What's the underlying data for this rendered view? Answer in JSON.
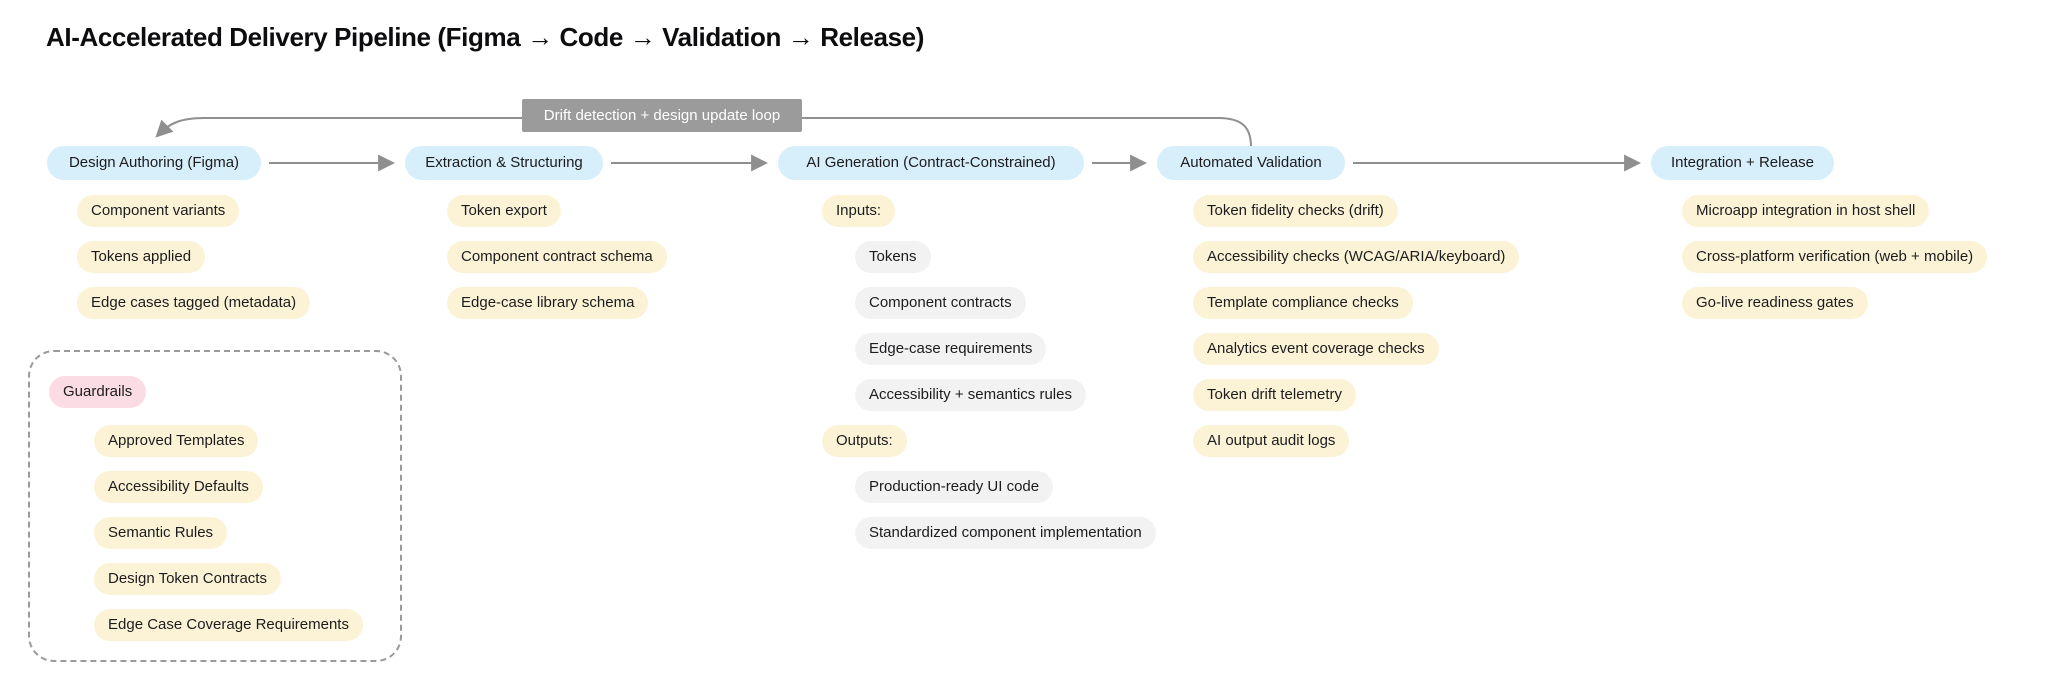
{
  "title": "AI-Accelerated Delivery Pipeline (Figma → Code → Validation → Release)",
  "loop": {
    "label": "Drift detection + design update loop"
  },
  "stages": [
    {
      "label": "Design Authoring (Figma)"
    },
    {
      "label": "Extraction & Structuring"
    },
    {
      "label": "AI Generation (Contract-Constrained)"
    },
    {
      "label": "Automated Validation"
    },
    {
      "label": "Integration + Release"
    }
  ],
  "columns": [
    {
      "stage": "Design Authoring (Figma)",
      "items": [
        {
          "text": "Component variants"
        },
        {
          "text": "Tokens applied"
        },
        {
          "text": "Edge cases tagged (metadata)"
        }
      ]
    },
    {
      "stage": "Extraction & Structuring",
      "items": [
        {
          "text": "Token export"
        },
        {
          "text": "Component contract schema"
        },
        {
          "text": "Edge-case library schema"
        }
      ]
    },
    {
      "stage": "AI Generation (Contract-Constrained)",
      "items": [
        {
          "text": "Inputs:"
        },
        {
          "text": "Tokens"
        },
        {
          "text": "Component contracts"
        },
        {
          "text": "Edge-case requirements"
        },
        {
          "text": "Accessibility + semantics rules"
        },
        {
          "text": "Outputs:"
        },
        {
          "text": "Production-ready UI code"
        },
        {
          "text": "Standardized component implementation"
        }
      ]
    },
    {
      "stage": "Automated Validation",
      "items": [
        {
          "text": "Token fidelity checks (drift)"
        },
        {
          "text": "Accessibility checks (WCAG/ARIA/keyboard)"
        },
        {
          "text": "Template compliance checks"
        },
        {
          "text": "Analytics event coverage checks"
        },
        {
          "text": "Token drift telemetry"
        },
        {
          "text": "AI output audit logs"
        }
      ]
    },
    {
      "stage": "Integration + Release",
      "items": [
        {
          "text": "Microapp integration in host shell"
        },
        {
          "text": "Cross-platform verification (web + mobile)"
        },
        {
          "text": "Go-live readiness gates"
        }
      ]
    }
  ],
  "guardrails": {
    "label": "Guardrails",
    "items": [
      {
        "text": "Approved Templates"
      },
      {
        "text": "Accessibility Defaults"
      },
      {
        "text": "Semantic Rules"
      },
      {
        "text": "Design Token Contracts"
      },
      {
        "text": "Edge Case Coverage Requirements"
      }
    ]
  },
  "colors": {
    "stage_node": "#d7eefb",
    "item_pill": "#fcf3d7",
    "sub_item_pill": "#f2f2f3",
    "guardrails_pill": "#fbdce4",
    "loop_label_bg": "#9b9b9b",
    "loop_label_text": "#ffffff",
    "connector": "#8f8f8f",
    "text": "#1c1c1e",
    "background": "#ffffff"
  }
}
